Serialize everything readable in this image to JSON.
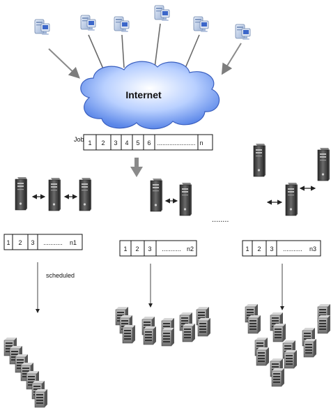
{
  "cloud_label": "Internet",
  "job_label": "Job",
  "job_queue": [
    "1",
    "2",
    "3",
    "4",
    "5",
    "6",
    "......................",
    "n"
  ],
  "queue_left": [
    "1",
    "2",
    "3",
    "...........",
    "n1"
  ],
  "queue_middle": [
    "1",
    "2",
    "3",
    "...........",
    "n2"
  ],
  "queue_right": [
    "1",
    "2",
    "3",
    "...........",
    "n3"
  ],
  "separator_dots": "........",
  "scheduled_label": "scheduled",
  "icons": {
    "client": "client-computer-icon",
    "server": "tower-server-icon",
    "resource": "server-rack-icon"
  },
  "colors": {
    "cloud_fill_top": "#ffffff",
    "cloud_fill_bottom": "#5a86e8",
    "cloud_stroke": "#3a5fbf",
    "arrow": "#8a8a8a"
  }
}
